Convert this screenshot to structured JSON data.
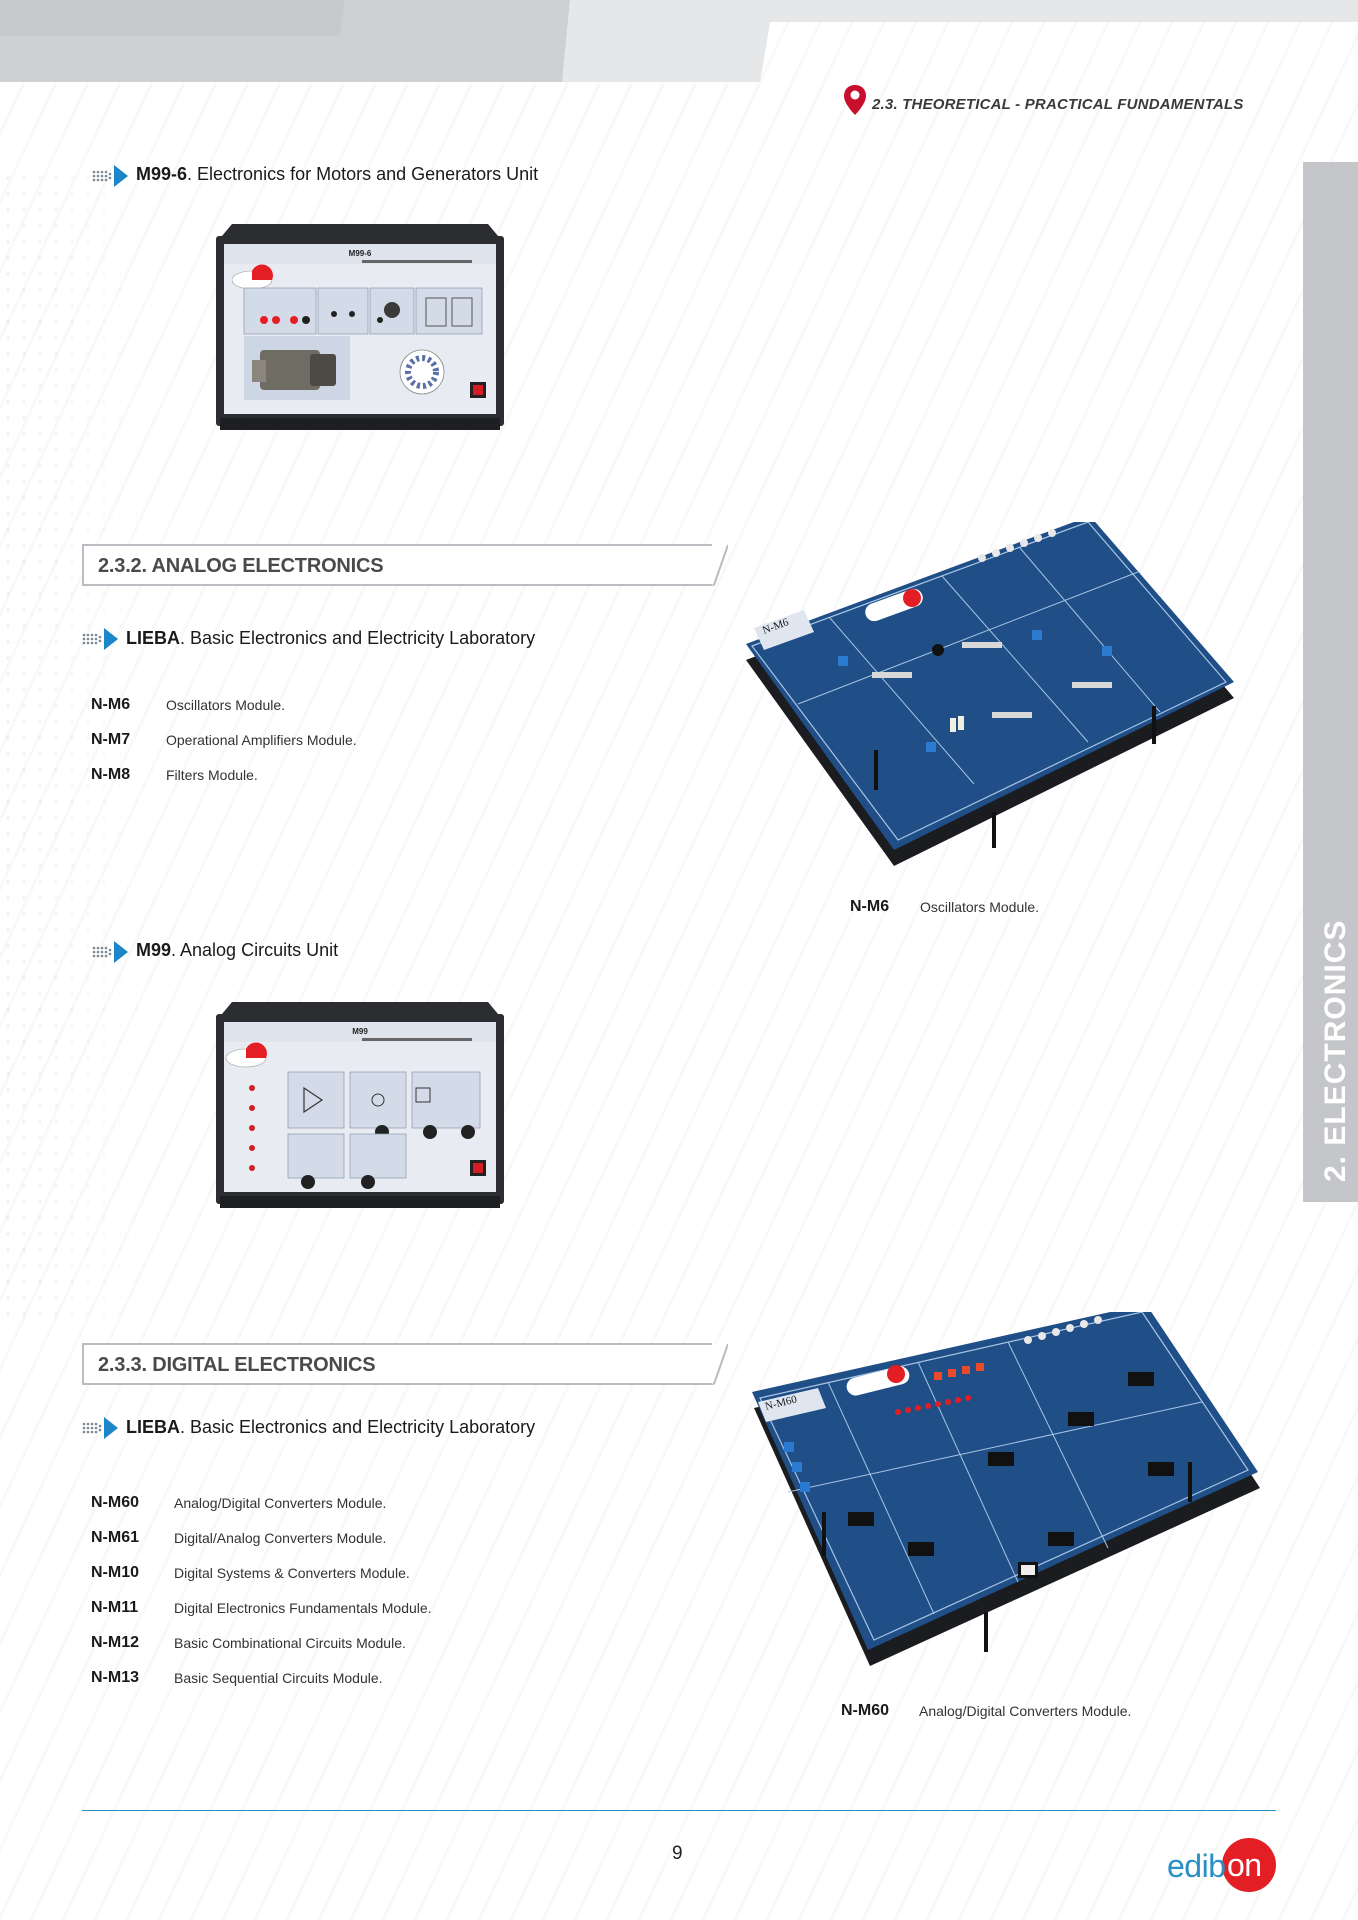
{
  "header": {
    "section_label": "2.3. THEORETICAL - PRACTICAL FUNDAMENTALS",
    "side_tab": "2. ELECTRONICS"
  },
  "units": [
    {
      "code": "M99-6",
      "title": ". Electronics for Motors and Generators Unit"
    },
    {
      "code": "M99",
      "title": ". Analog Circuits Unit"
    }
  ],
  "sections": [
    {
      "title": "2.3.2. ANALOG ELECTRONICS",
      "lab_code": "LIEBA",
      "lab_title": ". Basic Electronics and Electricity Laboratory",
      "modules": [
        {
          "code": "N-M6",
          "desc": "Oscillators Module."
        },
        {
          "code": "N-M7",
          "desc": "Operational Amplifiers Module."
        },
        {
          "code": "N-M8",
          "desc": "Filters Module."
        }
      ],
      "caption": {
        "code": "N-M6",
        "desc": "Oscillators Module."
      },
      "board_label": "N-M6"
    },
    {
      "title": "2.3.3. DIGITAL ELECTRONICS",
      "lab_code": "LIEBA",
      "lab_title": ". Basic Electronics and Electricity Laboratory",
      "modules": [
        {
          "code": "N-M60",
          "desc": "Analog/Digital Converters Module."
        },
        {
          "code": "N-M61",
          "desc": "Digital/Analog Converters Module."
        },
        {
          "code": "N-M10",
          "desc": "Digital Systems & Converters Module."
        },
        {
          "code": "N-M11",
          "desc": "Digital Electronics Fundamentals Module."
        },
        {
          "code": "N-M12",
          "desc": "Basic Combinational Circuits Module."
        },
        {
          "code": "N-M13",
          "desc": "Basic Sequential Circuits Module."
        }
      ],
      "caption": {
        "code": "N-M60",
        "desc": "Analog/Digital Converters Module."
      },
      "board_label": "N-M60"
    }
  ],
  "devices": {
    "m99_6_panel": "M99-6",
    "m99_panel": "M99"
  },
  "footer": {
    "page_number": "9",
    "logo_left": "edib",
    "logo_right": "on"
  },
  "colors": {
    "accent_blue": "#2a8fc4",
    "logo_red": "#e31e24",
    "side_tab_gray": "#c4c6c9",
    "board_blue": "#1f4f86"
  }
}
